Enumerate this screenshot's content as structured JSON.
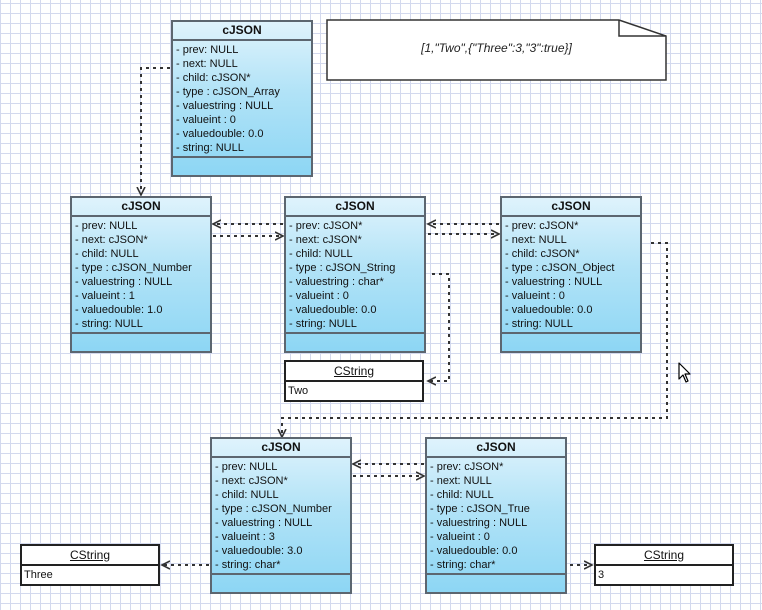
{
  "note": {
    "text": "[1,\"Two\",{\"Three\":3,\"3\":true}]"
  },
  "classes": {
    "array": {
      "title": "cJSON",
      "attrs": [
        "- prev: NULL",
        "- next: NULL",
        "- child: cJSON*",
        "- type : cJSON_Array",
        "- valuestring : NULL",
        "- valueint : 0",
        "- valuedouble: 0.0",
        "- string: NULL"
      ]
    },
    "number1": {
      "title": "cJSON",
      "attrs": [
        "- prev: NULL",
        "- next: cJSON*",
        "- child: NULL",
        "- type : cJSON_Number",
        "- valuestring : NULL",
        "- valueint : 1",
        "- valuedouble: 1.0",
        "- string: NULL"
      ]
    },
    "string": {
      "title": "cJSON",
      "attrs": [
        "- prev: cJSON*",
        "- next: cJSON*",
        "- child: NULL",
        "- type : cJSON_String",
        "- valuestring : char*",
        "- valueint : 0",
        "- valuedouble: 0.0",
        "- string: NULL"
      ]
    },
    "object": {
      "title": "cJSON",
      "attrs": [
        "- prev: cJSON*",
        "- next: NULL",
        "- child: cJSON*",
        "- type : cJSON_Object",
        "- valuestring : NULL",
        "- valueint : 0",
        "- valuedouble: 0.0",
        "- string: NULL"
      ]
    },
    "number3": {
      "title": "cJSON",
      "attrs": [
        "- prev: NULL",
        "- next: cJSON*",
        "- child: NULL",
        "- type : cJSON_Number",
        "- valuestring : NULL",
        "- valueint : 3",
        "- valuedouble: 3.0",
        "- string: char*"
      ]
    },
    "true": {
      "title": "cJSON",
      "attrs": [
        "- prev: cJSON*",
        "- next: NULL",
        "- child: NULL",
        "- type : cJSON_True",
        "- valuestring : NULL",
        "- valueint : 0",
        "- valuedouble: 0.0",
        "- string: char*"
      ]
    }
  },
  "strings": {
    "two": {
      "title": "CString",
      "value": "Two"
    },
    "three": {
      "title": "CString",
      "value": "Three"
    },
    "key3": {
      "title": "CString",
      "value": "3"
    }
  }
}
